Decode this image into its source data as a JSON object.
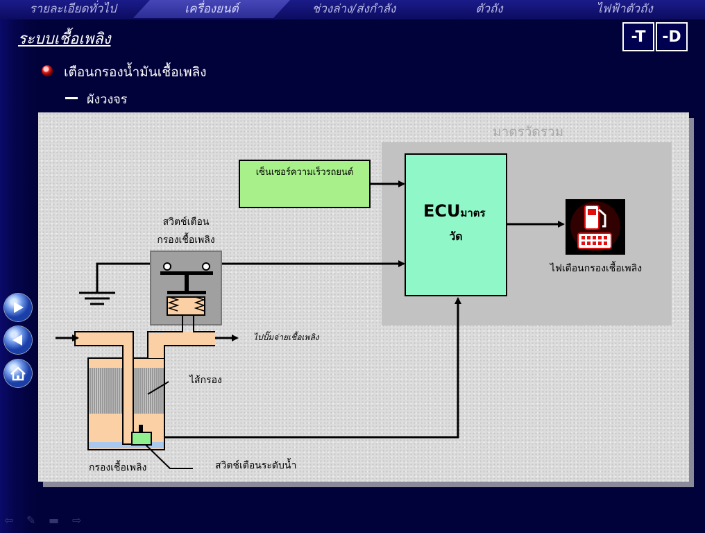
{
  "nav_tabs": [
    "รายละเอียดทั่วไป",
    "เครื่องยนต์",
    "ช่วงล่าง/ส่งกำลัง",
    "ตัวถัง",
    "ไฟฟ้าตัวถัง"
  ],
  "active_tab": "เครื่องยนต์",
  "page_title": "ระบบเชื้อเพลิง",
  "mode_buttons": [
    "-T",
    "-D"
  ],
  "heading": "เตือนกรองน้ำมันเชื้อเพลิง",
  "subheading": "ผังวงจร",
  "diagram": {
    "meter_title": "มาตรวัดรวม",
    "speed_sensor": "เซ็นเซอร์ความเร็วรถยนต์",
    "ecu_main": "ECU",
    "ecu_suffix": "มาตร",
    "ecu_line2": "วัด",
    "switch_label_line1": "สวิตช์เตือน",
    "switch_label_line2": "กรองเชื้อเพลิง",
    "to_pump": "ไปปั๊มจ่ายเชื้อเพลิง",
    "filter_element": "ไส้กรอง",
    "fuel_filter": "กรองเชื้อเพลิง",
    "water_level_switch": "สวิตช์เตือนระดับน้ำ",
    "warning_light": "ไฟเตือนกรองเชื้อเพลิง"
  },
  "colors": {
    "background": "#02023a",
    "panel": "#dcdcdc",
    "sensor_box": "#a8f08a",
    "ecu_box": "#90f8c8",
    "filter_body": "#fbd0a4",
    "warning_red": "#e01010"
  }
}
